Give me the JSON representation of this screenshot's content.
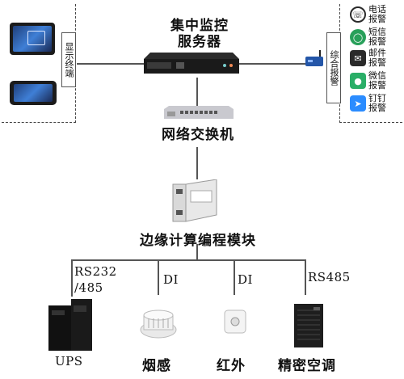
{
  "colors": {
    "line": "#555555",
    "wechat": "#2aae67",
    "dingtalk": "#2b8cff",
    "dark": "#2a2a2a",
    "sms": "#28a05a"
  },
  "server": {
    "title_line1": "集中监控",
    "title_line2": "服务器"
  },
  "display": {
    "label": "显示终端"
  },
  "alarm": {
    "label": "综合报警",
    "items": [
      {
        "name": "电话报警",
        "line1": "电话",
        "line2": "报警",
        "icon": "phone-icon"
      },
      {
        "name": "短信报警",
        "line1": "短信",
        "line2": "报警",
        "icon": "sms-icon"
      },
      {
        "name": "邮件报警",
        "line1": "邮件",
        "line2": "报警",
        "icon": "mail-icon"
      },
      {
        "name": "微信报警",
        "line1": "微信",
        "line2": "报警",
        "icon": "wechat-icon"
      },
      {
        "name": "钉钉报警",
        "line1": "钉钉",
        "line2": "报警",
        "icon": "dingtalk-icon"
      }
    ]
  },
  "switch": {
    "label": "网络交换机"
  },
  "module": {
    "label": "边缘计算编程模块"
  },
  "interfaces": {
    "ups_line1": "RS232",
    "ups_line2": "/485",
    "smoke": "DI",
    "ir": "DI",
    "ac": "RS485"
  },
  "devices": {
    "ups": "UPS",
    "smoke": "烟感",
    "ir": "红外",
    "ac": "精密空调"
  }
}
